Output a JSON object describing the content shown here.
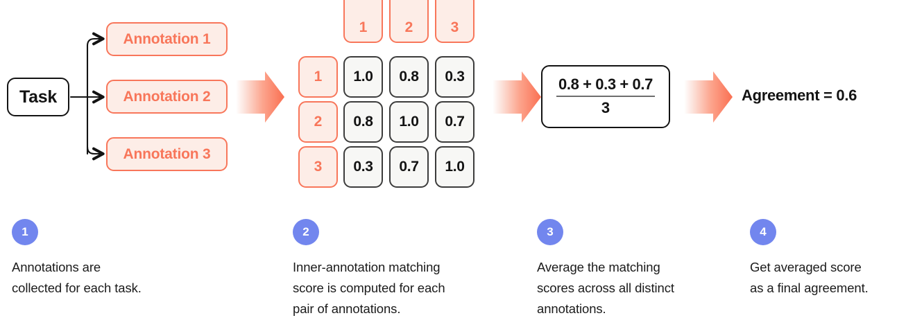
{
  "diagram": {
    "title_nodes": {
      "task_label": "Task"
    },
    "annotations": [
      {
        "label": "Annotation 1"
      },
      {
        "label": "Annotation 2"
      },
      {
        "label": "Annotation 3"
      }
    ],
    "matrix": {
      "column_headers": [
        "1",
        "2",
        "3"
      ],
      "row_headers": [
        "1",
        "2",
        "3"
      ],
      "rows": [
        [
          "1.0",
          "0.8",
          "0.3"
        ],
        [
          "0.8",
          "1.0",
          "0.7"
        ],
        [
          "0.3",
          "0.7",
          "1.0"
        ]
      ]
    },
    "formula": {
      "numerator": "0.8 + 0.3 + 0.7",
      "denominator": "3"
    },
    "result": "Agreement = 0.6",
    "arrows": [
      {
        "name": "arrow-task-to-matrix"
      },
      {
        "name": "arrow-matrix-to-formula"
      },
      {
        "name": "arrow-formula-to-result"
      }
    ],
    "steps": [
      {
        "number": "1",
        "text": "Annotations are\ncollected for each task."
      },
      {
        "number": "2",
        "text": "Inner-annotation matching\nscore is computed for each\npair of annotations."
      },
      {
        "number": "3",
        "text": "Average the matching\nscores across all distinct\nannotations."
      },
      {
        "number": "4",
        "text": "Get averaged score\nas a final agreement."
      }
    ],
    "colors": {
      "coral": "#F8765A",
      "coral_fill": "#FDEDE7",
      "ink": "#131313",
      "cell_border": "#3C3C3C",
      "cell_fill": "#F7F7F5",
      "badge_blue": "#7286EE"
    }
  }
}
